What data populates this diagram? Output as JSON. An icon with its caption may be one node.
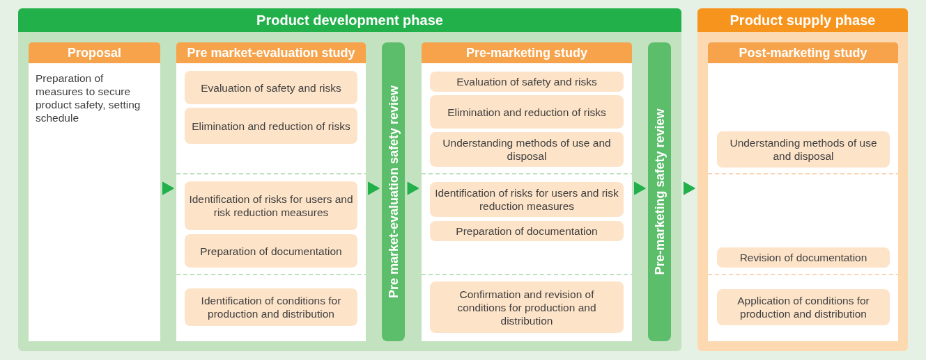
{
  "diagram": {
    "nodes": [
      {
        "text": [
          "Product development phase"
        ]
      },
      {
        "text": [
          "Proposal",
          "Preparation of measures to secure product safety, setting schedule"
        ],
        "in": 0
      },
      {
        "text": [
          "Pre market-evaluation study"
        ],
        "in": 0
      },
      {
        "text": [
          "Evaluation of safety and risks"
        ],
        "in": 2
      },
      {
        "text": [
          "Elimination and reduction of risks"
        ],
        "in": 2
      },
      {
        "text": [
          "Identification of risks for users and risk reduction measures"
        ],
        "in": 2
      },
      {
        "text": [
          "Preparation of documentation"
        ],
        "in": 2
      },
      {
        "text": [
          "Identification of conditions for production and distribution"
        ],
        "in": 2
      },
      {
        "text": [
          "Pre market-evaluation safety review"
        ],
        "in": 0
      },
      {
        "text": [
          "Pre-marketing study"
        ],
        "in": 0
      },
      {
        "text": [
          "Evaluation of safety and risks"
        ],
        "in": 9
      },
      {
        "text": [
          "Elimination and reduction of risks"
        ],
        "in": 9
      },
      {
        "text": [
          "Understanding methods of use and disposal"
        ],
        "in": 9
      },
      {
        "text": [
          "Identification of risks for users and risk reduction measures"
        ],
        "in": 9
      },
      {
        "text": [
          "Preparation of documentation"
        ],
        "in": 9
      },
      {
        "text": [
          "Confirmation and revision of conditions for production and distribution"
        ],
        "in": 9
      },
      {
        "text": [
          "Pre-marketing safety review"
        ],
        "in": 0
      },
      {
        "text": [
          "Product supply phase"
        ]
      },
      {
        "text": [
          "Post-marketing study"
        ],
        "in": 17
      },
      {
        "text": [
          "Understanding methods of use and disposal"
        ],
        "in": 18
      },
      {
        "text": [
          "Revision of documentation"
        ],
        "in": 18
      },
      {
        "text": [
          "Application of conditions for production and distribution"
        ],
        "in": 18
      }
    ],
    "edges": [
      {
        "from": 1,
        "to": 2,
        "arrow": "to"
      },
      {
        "from": 2,
        "to": 8,
        "arrow": "to"
      },
      {
        "from": 8,
        "to": 9,
        "arrow": "to"
      },
      {
        "from": 9,
        "to": 16,
        "arrow": "to"
      },
      {
        "from": 16,
        "to": 18,
        "arrow": "to"
      }
    ]
  }
}
